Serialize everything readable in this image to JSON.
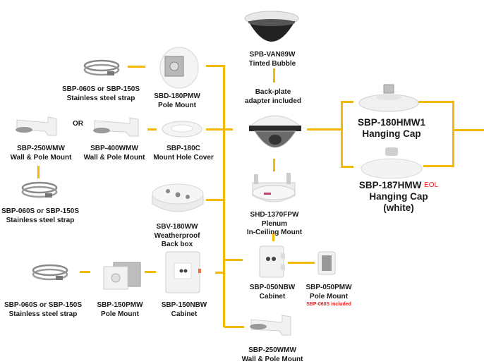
{
  "colors": {
    "connector": "#F5B800",
    "text": "#1a1a1a",
    "note": "#E8201E"
  },
  "products": {
    "tinted_bubble": {
      "model": "SPB-VAN89W",
      "desc": "Tinted Bubble"
    },
    "camera_note": {
      "line1": "Back-plate",
      "line2": "adapter included"
    },
    "hanging_cap1": {
      "model": "SBP-180HMW1",
      "desc": "Hanging Cap"
    },
    "hanging_cap2": {
      "model": "SBP-187HMW",
      "badge": "EOL",
      "desc1": "Hanging Cap",
      "desc2": "(white)"
    },
    "strap_top": {
      "model": "SBP-060S or SBP-150S",
      "desc": "Stainless steel strap"
    },
    "pole_mount_180": {
      "model": "SBD-180PMW",
      "desc": "Pole Mount"
    },
    "wall_250_left": {
      "model": "SBP-250WMW",
      "desc": "Wall & Pole Mount"
    },
    "or_label": "OR",
    "wall_400": {
      "model": "SBP-400WMW",
      "desc": "Wall & Pole Mount"
    },
    "hole_cover": {
      "model": "SBP-180C",
      "desc": "Mount Hole Cover"
    },
    "strap_mid": {
      "model": "SBP-060S or SBP-150S",
      "desc": "Stainless steel strap"
    },
    "back_box": {
      "model": "SBV-180WW",
      "desc1": "Weatherproof",
      "desc2": "Back box"
    },
    "plenum": {
      "model": "SHD-1370FPW",
      "desc1": "Plenum",
      "desc2": "In-Ceiling Mount"
    },
    "strap_bottom": {
      "model": "SBP-060S or SBP-150S",
      "desc": "Stainless steel strap"
    },
    "pole_150": {
      "model": "SBP-150PMW",
      "desc": "Pole Mount"
    },
    "cabinet_150": {
      "model": "SBP-150NBW",
      "desc": "Cabinet"
    },
    "cabinet_050": {
      "model": "SBP-050NBW",
      "desc": "Cabinet"
    },
    "pole_050": {
      "model": "SBP-050PMW",
      "desc": "Pole Mount",
      "note": "SBP-060S included"
    },
    "wall_250_bottom": {
      "model": "SBP-250WMW",
      "desc": "Wall & Pole Mount"
    }
  }
}
